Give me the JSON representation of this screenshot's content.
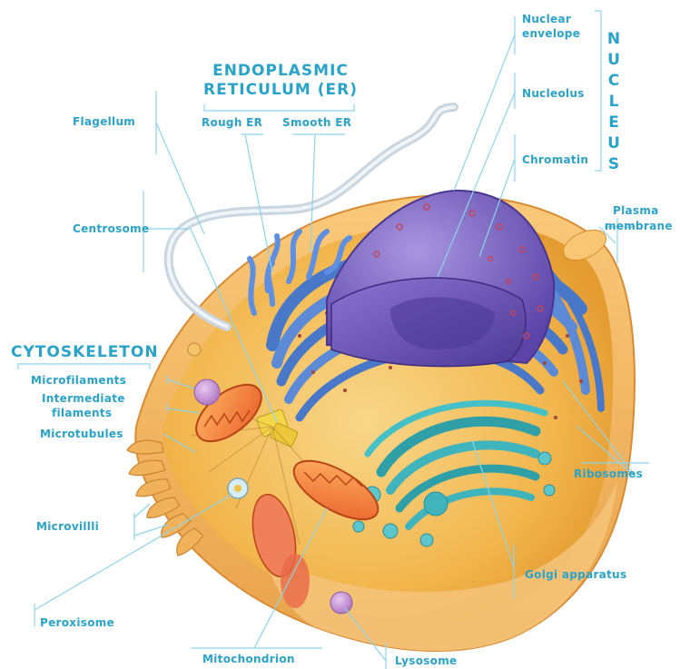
{
  "colors": {
    "label": "#2aa3c9",
    "leader_line": "#8fd3e8",
    "cytoplasm": "#f2b64c",
    "er": "#4a78c8",
    "nucleus": "#7a5fc0",
    "golgi": "#2f9fa8",
    "mitochondrion": "#f07a3a"
  },
  "group_labels": {
    "er_title_line1": "ENDOPLASMIC",
    "er_title_line2": "RETICULUM (ER)",
    "cytoskeleton": "CYTOSKELETON",
    "nucleus_letters": [
      "N",
      "U",
      "C",
      "L",
      "E",
      "U",
      "S"
    ]
  },
  "labels": {
    "flagellum": "Flagellum",
    "rough_er": "Rough ER",
    "smooth_er": "Smooth ER",
    "nuclear_envelope_1": "Nuclear",
    "nuclear_envelope_2": "envelope",
    "nucleolus": "Nucleolus",
    "chromatin": "Chromatin",
    "centrosome": "Centrosome",
    "plasma_membrane_1": "Plasma",
    "plasma_membrane_2": "membrane",
    "microfilaments": "Microfilaments",
    "intermediate_filaments_1": "Intermediate",
    "intermediate_filaments_2": "filaments",
    "microtubules": "Microtubules",
    "ribosomes": "Ribosomes",
    "microvilli": "Microvillli",
    "golgi_apparatus": "Golgi apparatus",
    "peroxisome": "Peroxisome",
    "mitochondrion": "Mitochondrion",
    "lysosome": "Lysosome"
  }
}
